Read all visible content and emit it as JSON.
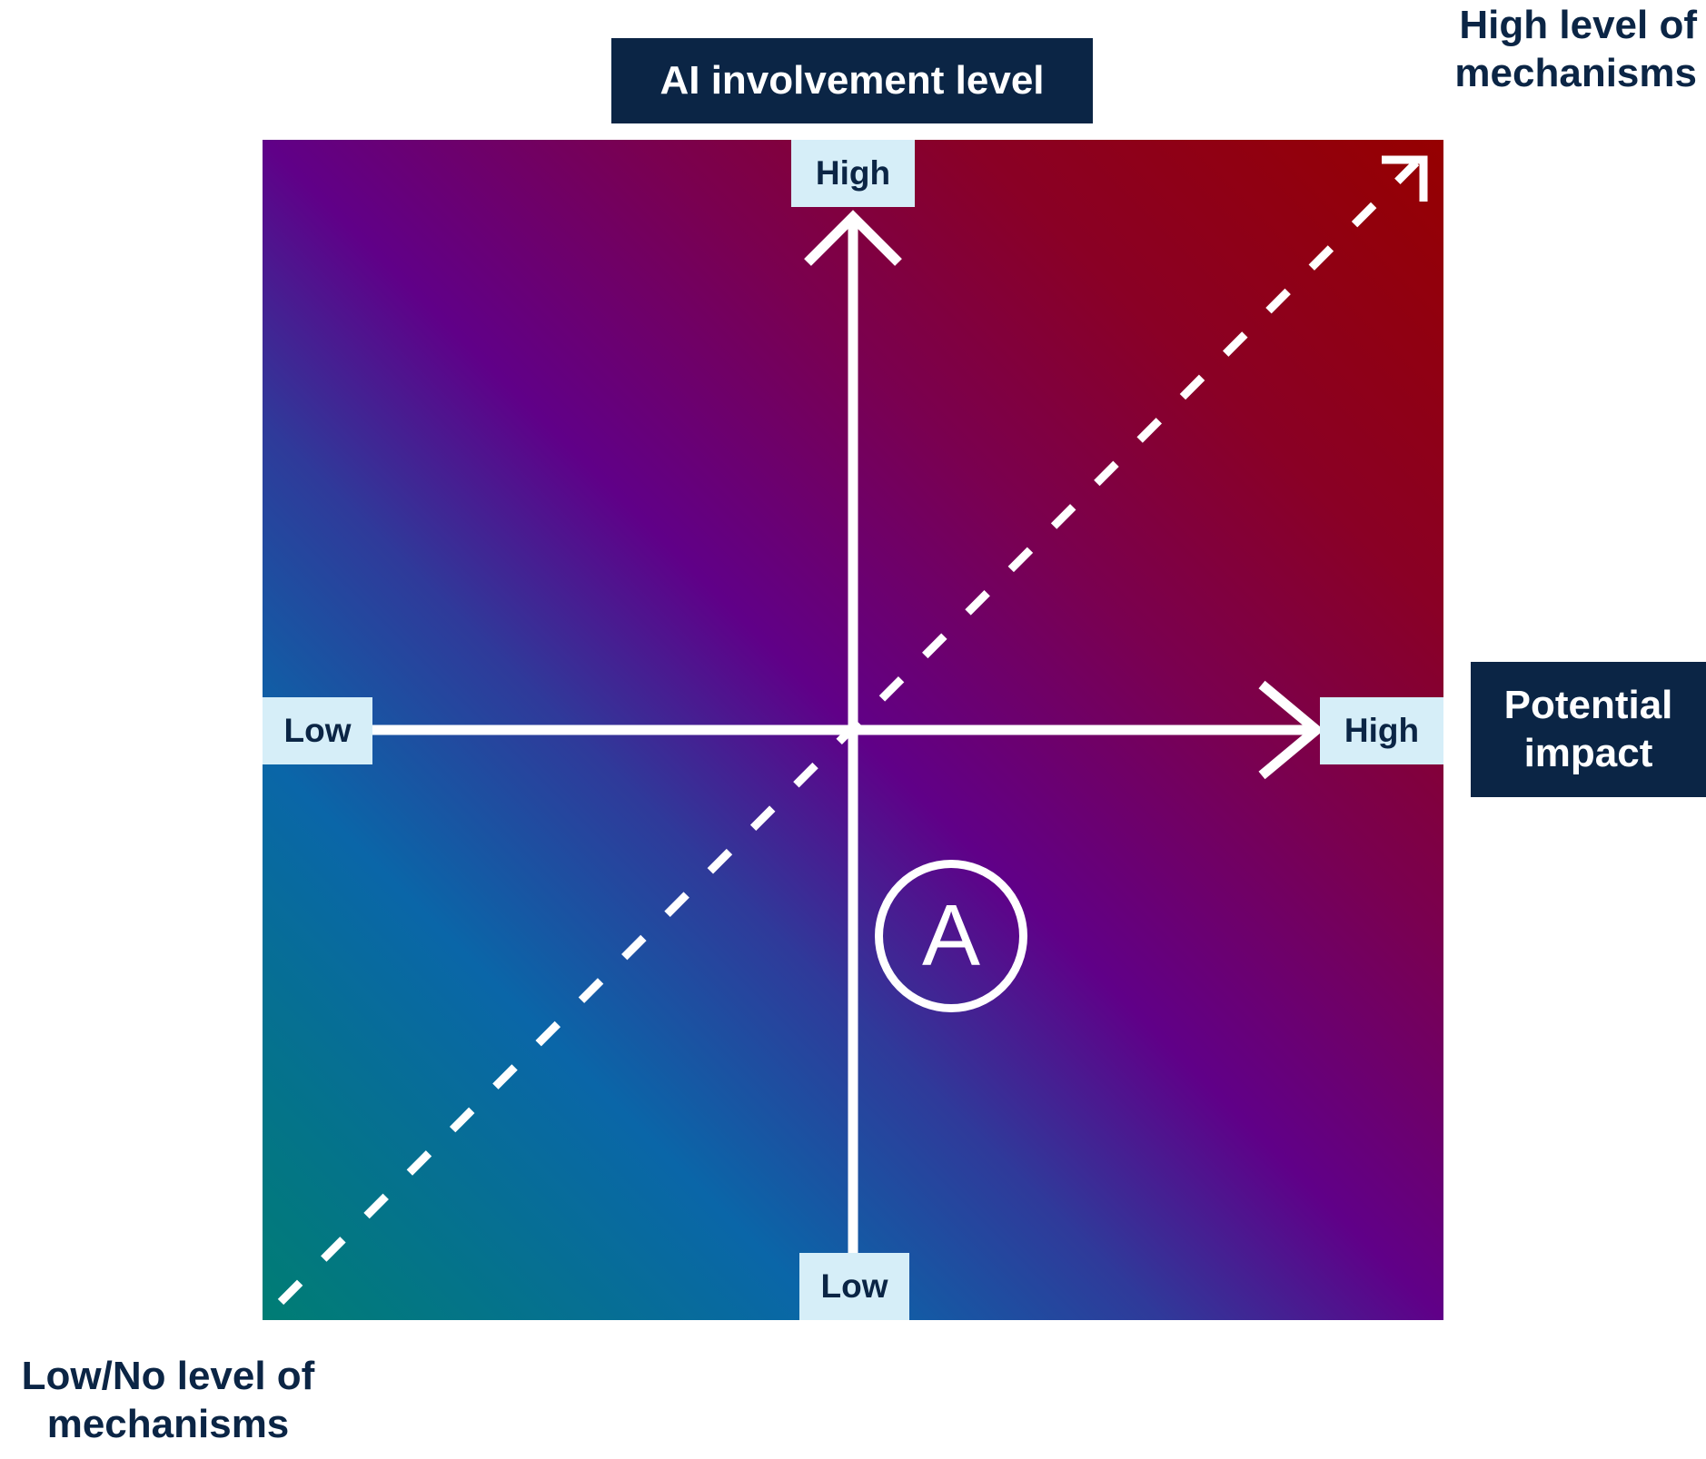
{
  "title_label": "AI involvement level",
  "impact_label": "Potential impact",
  "high_mechanisms_label": "High level of mechanisms",
  "low_mechanisms_label": "Low/No level of mechanisms",
  "axis_tags": {
    "vertical_high": "High",
    "vertical_low": "Low",
    "horizontal_low": "Low",
    "horizontal_high": "High"
  },
  "marker_label": "A",
  "colors": {
    "navy": "#0b2545",
    "tag_background": "#d6eef8",
    "gradient_start": "#007d74",
    "gradient_mid": "#600088",
    "gradient_end": "#960000",
    "arrow": "#ffffff"
  }
}
